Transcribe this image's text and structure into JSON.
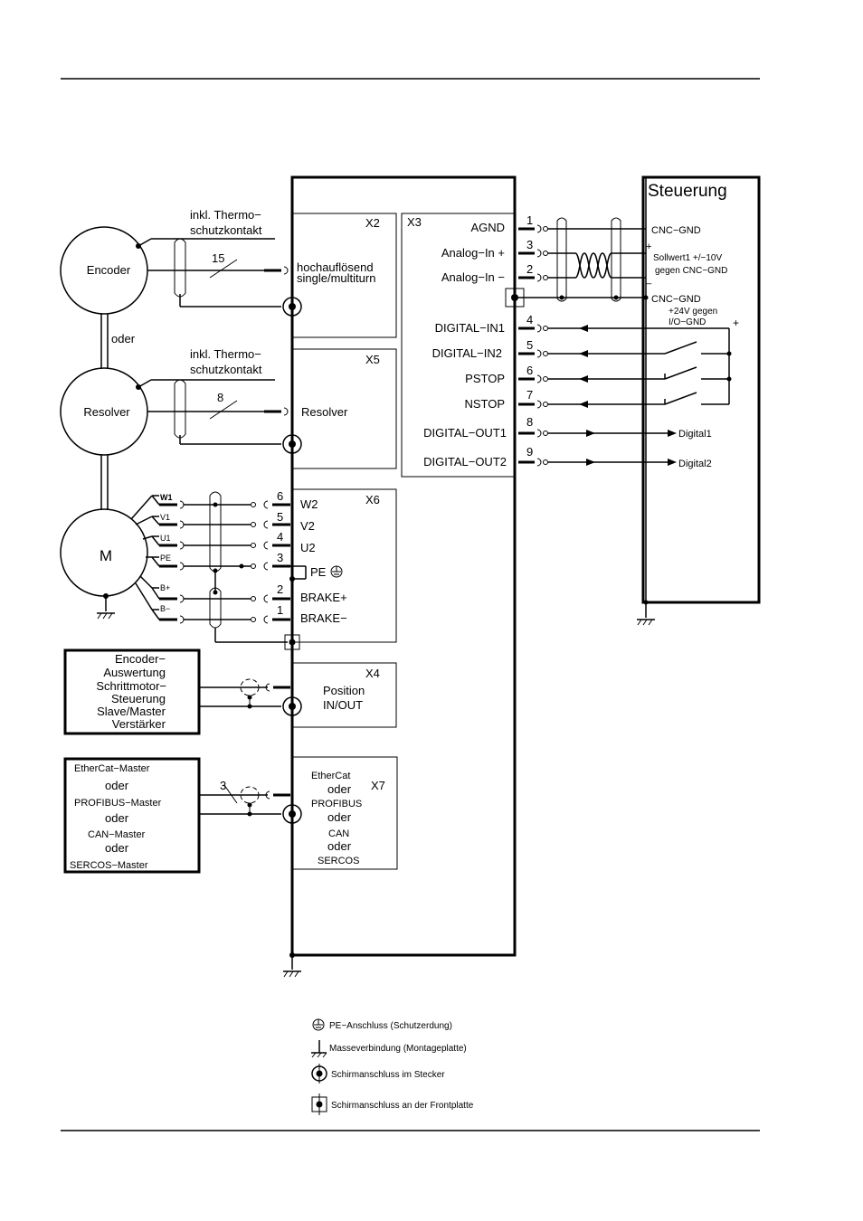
{
  "devices": {
    "encoder": "Encoder",
    "resolver": "Resolver",
    "motor": "M",
    "oder": "oder",
    "thermo_line1": "inkl. Thermo−",
    "thermo_line2": "schutzkontakt",
    "wire_count_encoder": "15",
    "wire_count_resolver": "8",
    "wire_count_bus": "3"
  },
  "x2": {
    "id": "X2",
    "label_line1": "hochauflösend",
    "label_line2": "single/multiturn"
  },
  "x5": {
    "id": "X5",
    "label": "Resolver"
  },
  "x3": {
    "id": "X3",
    "pins": [
      {
        "num": "1",
        "label": "AGND"
      },
      {
        "num": "3",
        "label": "Analog−In  +"
      },
      {
        "num": "2",
        "label": "Analog−In  −"
      },
      {
        "num": "4",
        "label": "DIGITAL−IN1"
      },
      {
        "num": "5",
        "label": "DIGITAL−IN2"
      },
      {
        "num": "6",
        "label": "PSTOP"
      },
      {
        "num": "7",
        "label": "NSTOP"
      },
      {
        "num": "8",
        "label": "DIGITAL−OUT1"
      },
      {
        "num": "9",
        "label": "DIGITAL−OUT2"
      }
    ]
  },
  "x6": {
    "id": "X6",
    "pins": [
      {
        "num": "6",
        "label": "W2",
        "wire": "W1"
      },
      {
        "num": "5",
        "label": "V2",
        "wire": "V1"
      },
      {
        "num": "4",
        "label": "U2",
        "wire": "U1"
      },
      {
        "num": "3",
        "label": "PE",
        "wire": "PE"
      },
      {
        "num": "2",
        "label": "BRAKE+",
        "wire": "B+"
      },
      {
        "num": "1",
        "label": "BRAKE−",
        "wire": "B−"
      }
    ]
  },
  "x4": {
    "id": "X4",
    "label_line1": "Position",
    "label_line2": "IN/OUT"
  },
  "x7": {
    "id": "X7",
    "lines": [
      "EtherCat",
      "oder",
      "PROFIBUS",
      "oder",
      "CAN",
      "oder",
      "SERCOS"
    ]
  },
  "encoder_box": {
    "lines": [
      "Encoder−",
      "Auswertung",
      "Schrittmotor−",
      "Steuerung",
      "Slave/Master",
      "Verstärker"
    ]
  },
  "bus_box": {
    "lines": [
      "EtherCat−Master",
      "oder",
      "PROFIBUS−Master",
      "oder",
      "CAN−Master",
      "oder",
      "SERCOS−Master"
    ]
  },
  "steuerung": {
    "title": "Steuerung",
    "cnc_gnd_1": "CNC−GND",
    "sollwert": "Sollwert1  +/−10V",
    "gegen_cnc": "gegen  CNC−GND",
    "cnc_gnd_2": "CNC−GND",
    "plus24": "+24V  gegen",
    "io_gnd": "I/O−GND",
    "plus": "+",
    "plus_small": "+",
    "minus_small": "_",
    "digital1": "Digital1",
    "digital2": "Digital2"
  },
  "legend": [
    {
      "symbol": "pe-symbol",
      "text": "PE−Anschluss  (Schutzerdung)"
    },
    {
      "symbol": "ground-symbol",
      "text": "Masseverbindung  (Montageplatte)"
    },
    {
      "symbol": "shield-plug-symbol",
      "text": "Schirmanschluss  im  Stecker"
    },
    {
      "symbol": "shield-panel-symbol",
      "text": "Schirmanschluss  an  der  Frontplatte"
    }
  ]
}
